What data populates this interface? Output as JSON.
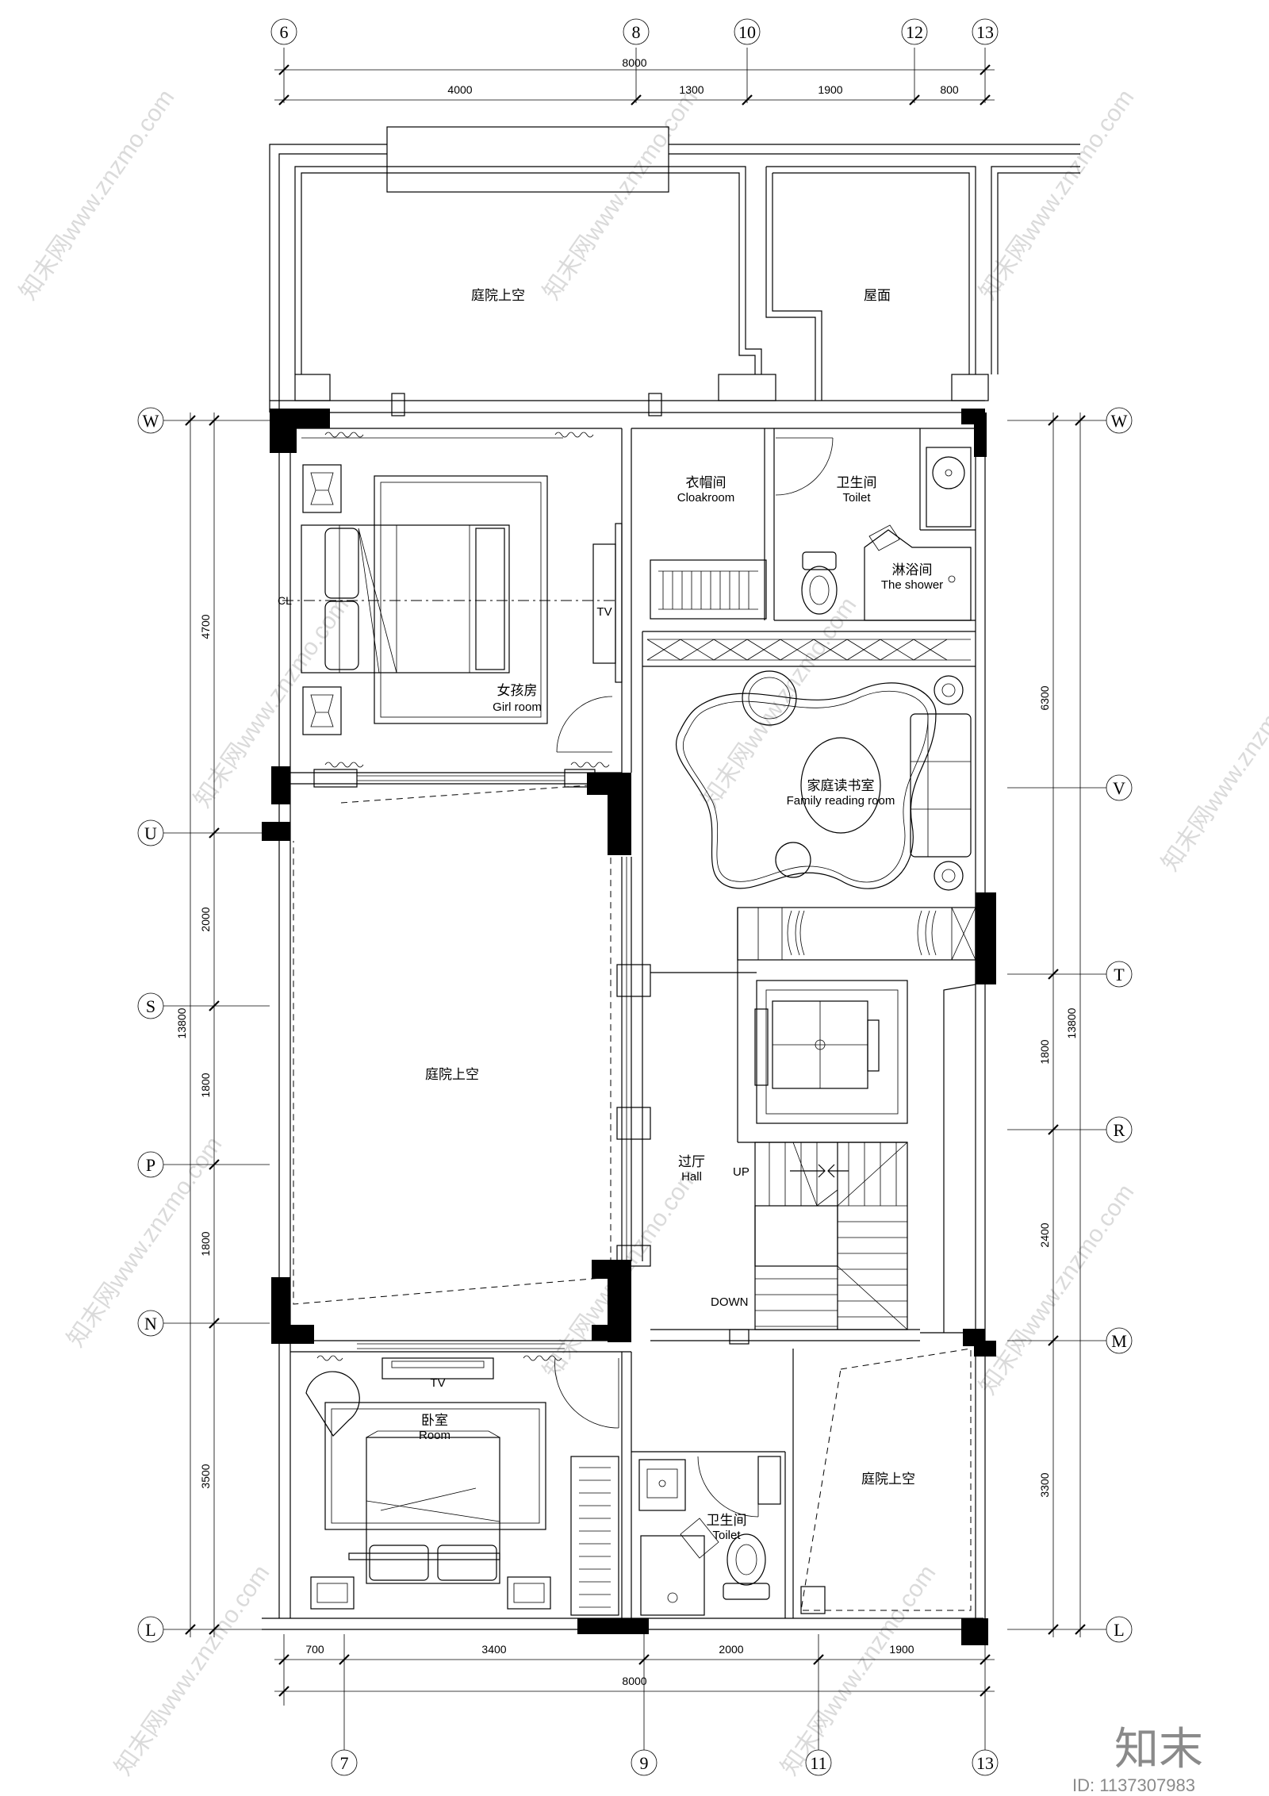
{
  "axes": {
    "top": [
      "6",
      "8",
      "10",
      "12",
      "13"
    ],
    "bottom": [
      "7",
      "9",
      "11",
      "13"
    ],
    "left": [
      "W",
      "U",
      "S",
      "P",
      "N",
      "L"
    ],
    "right": [
      "W",
      "V",
      "T",
      "R",
      "M",
      "L"
    ]
  },
  "dimensions": {
    "top_total": "8000",
    "top_segments": [
      "4000",
      "1300",
      "1900",
      "800"
    ],
    "bottom_total": "8000",
    "bottom_segments": [
      "700",
      "3400",
      "2000",
      "1900"
    ],
    "left_total": "13800",
    "left_segments": [
      "4700",
      "2000",
      "1800",
      "1800",
      "3500"
    ],
    "right_total": "13800",
    "right_segments": [
      "6300",
      "1800",
      "2400",
      "3300"
    ]
  },
  "rooms": {
    "courtyard_void_top": "庭院上空",
    "roof": "屋面",
    "cloakroom_cn": "衣帽间",
    "cloakroom_en": "Cloakroom",
    "toilet1_cn": "卫生间",
    "toilet1_en": "Toilet",
    "shower_cn": "淋浴间",
    "shower_en": "The shower",
    "girl_room_cn": "女孩房",
    "girl_room_en": "Girl room",
    "tv_label_1": "TV",
    "centerline_label": "CL",
    "reading_room_cn": "家庭读书室",
    "reading_room_en": "Family reading room",
    "courtyard_void_mid": "庭院上空",
    "hall_cn": "过厅",
    "hall_en": "Hall",
    "stair_up": "UP",
    "stair_down": "DOWN",
    "bedroom_cn": "卧室",
    "bedroom_en": "Room",
    "tv_label_2": "TV",
    "toilet2_cn": "卫生间",
    "toilet2_en": "Toilet",
    "courtyard_void_right": "庭院上空"
  },
  "watermark": "知末网www.znzmo.com",
  "logo": "知末",
  "id_label": "ID: 1137307983"
}
